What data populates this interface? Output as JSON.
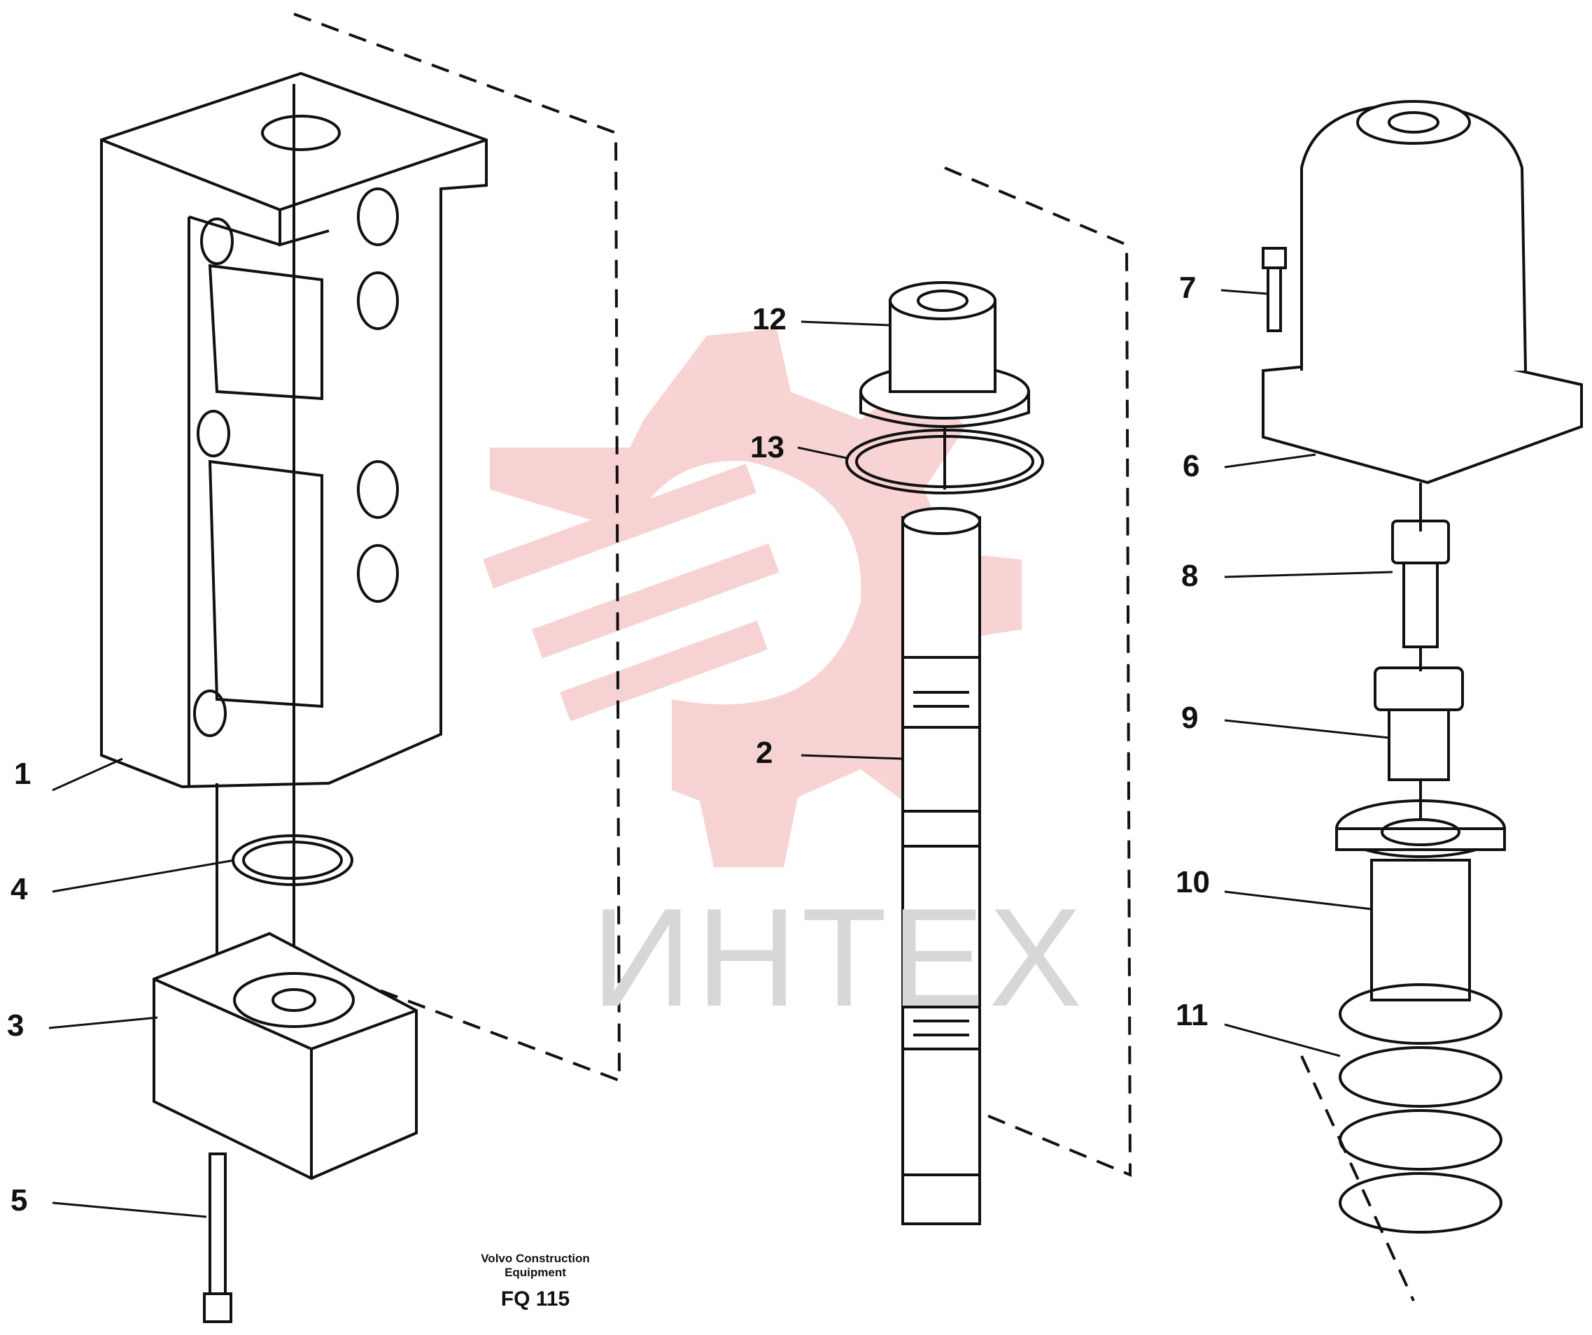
{
  "callouts": [
    "1",
    "2",
    "3",
    "4",
    "5",
    "6",
    "7",
    "8",
    "9",
    "10",
    "11",
    "12",
    "13"
  ],
  "credit": {
    "line1": "Volvo Construction",
    "line2": "Equipment",
    "code": "FQ 115"
  },
  "watermark": {
    "text": "ИНТЕХ",
    "color": "#f3b8b8"
  }
}
